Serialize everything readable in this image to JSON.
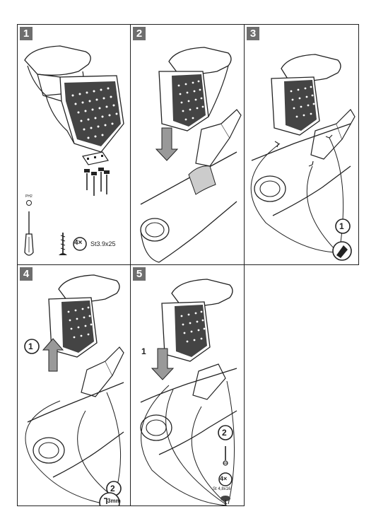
{
  "steps": [
    {
      "number": "1",
      "screwdriver_label": "PH2",
      "quantity": "4×",
      "screw_spec": "St3.9x25"
    },
    {
      "number": "2"
    },
    {
      "number": "3",
      "callout": "1"
    },
    {
      "number": "4",
      "callout_a": "1",
      "callout_b": "2",
      "hex_size": "3mm"
    },
    {
      "number": "5",
      "callout_a": "1",
      "callout_b": "2",
      "quantity": "4×",
      "screw_spec": "St 4,8x16"
    }
  ],
  "colors": {
    "badge": "#6e6e6e",
    "line": "#222222"
  }
}
